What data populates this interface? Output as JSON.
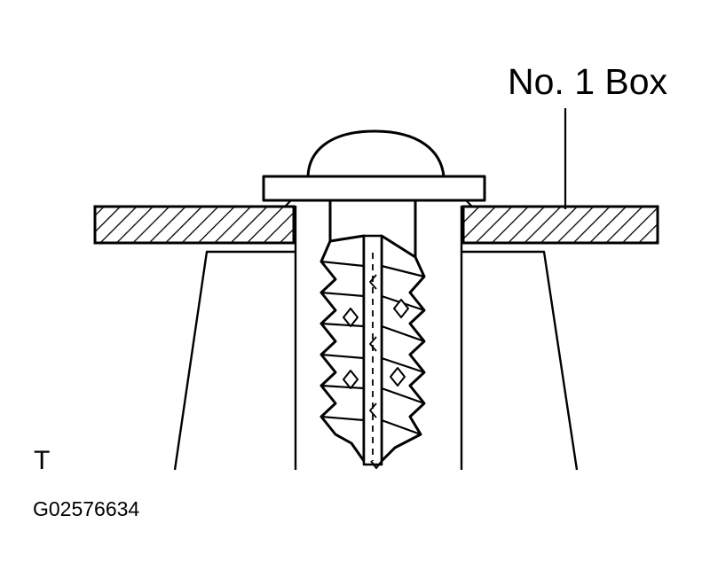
{
  "labels": {
    "callout": "No. 1 Box",
    "corner_mark": "T",
    "figure_id": "G02576634"
  },
  "colors": {
    "ink": "#000000",
    "paper": "#ffffff"
  },
  "parts": {
    "screw_icon": "tapping-screw-icon",
    "panel_icon": "hatched-panel-icon",
    "boss_icon": "mounting-boss-icon"
  }
}
